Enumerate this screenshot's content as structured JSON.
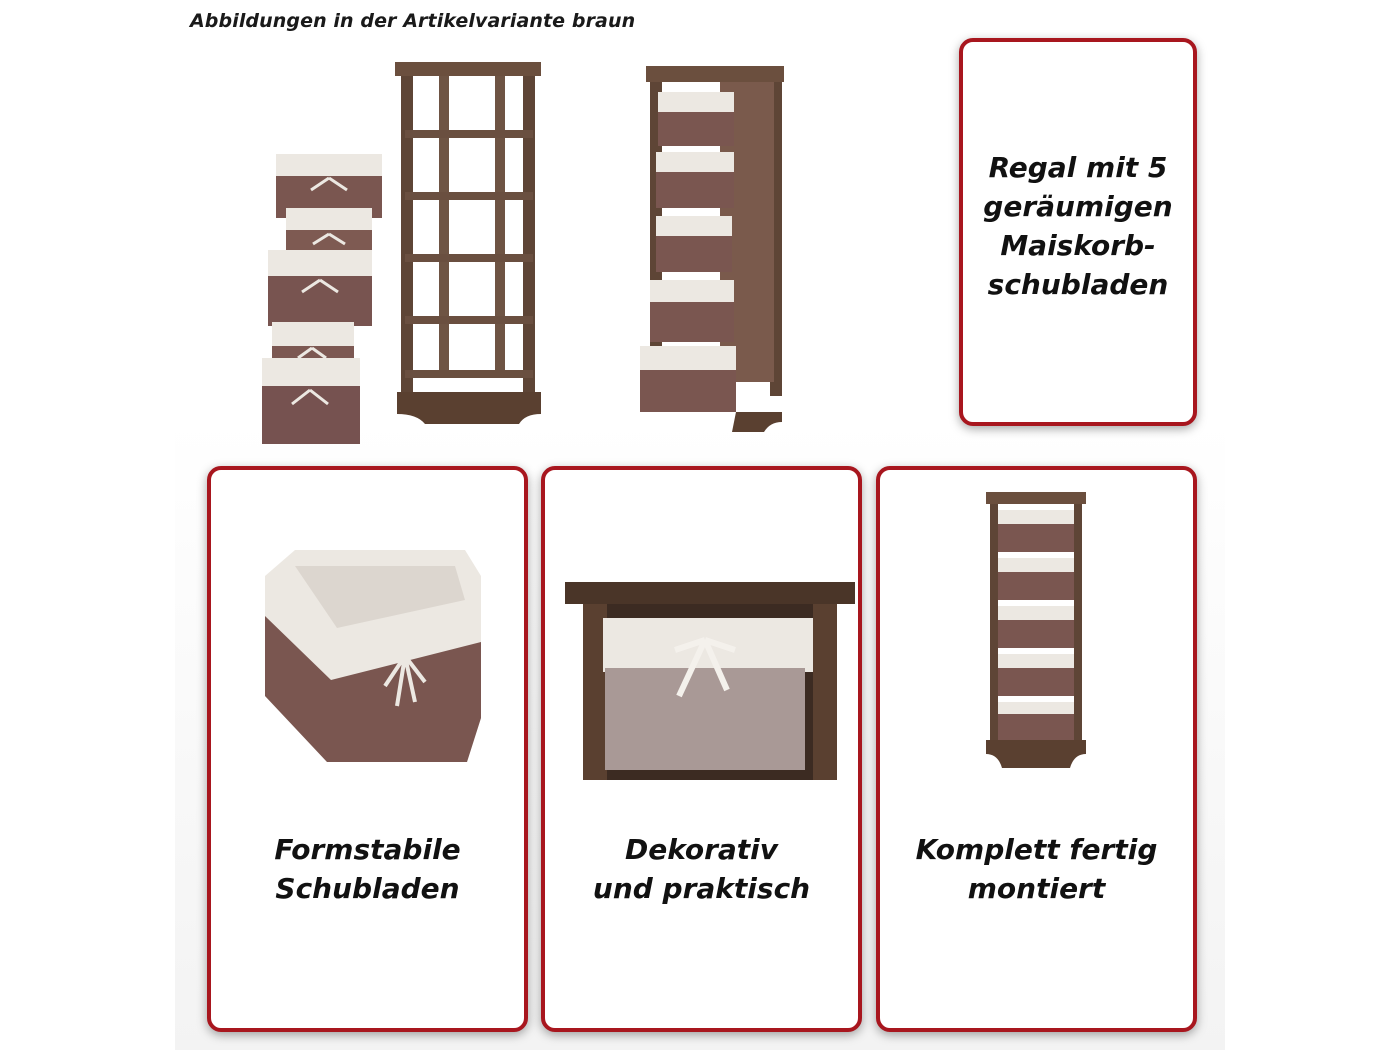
{
  "caption": "Abbildungen in der Artikelvariante braun",
  "cards": [
    {
      "lines": [
        "Regal mit 5",
        "geräumigen",
        "Maiskorb-",
        "schubladen"
      ]
    },
    {
      "lines": [
        "Formstabile",
        "Schubladen"
      ]
    },
    {
      "lines": [
        "Dekorativ",
        "und praktisch"
      ]
    },
    {
      "lines": [
        "Komplett fertig",
        "montiert"
      ]
    }
  ],
  "colors": {
    "frame": "#a8161e",
    "wood": "#5e4536",
    "wicker": "#7a5650",
    "linen": "#ece8e2"
  }
}
